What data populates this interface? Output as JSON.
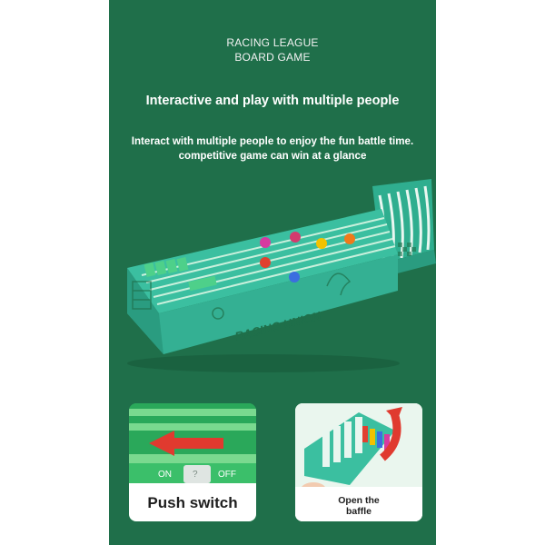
{
  "colors": {
    "panel_bg": "#1f6f4a",
    "board_teal": "#3bbfa0",
    "switch_green": "#2aa85a",
    "arrow_red": "#e03a2f"
  },
  "header": {
    "brand_line1": "RACING LEAGUE",
    "brand_line2": "BOARD GAME"
  },
  "headline": "Interactive and play with multiple people",
  "description": "Interact with multiple people to enjoy the fun battle time. competitive game can win at a glance",
  "product": {
    "side_text": "RACING UNION"
  },
  "features": [
    {
      "caption": "Push switch",
      "switch_on": "ON",
      "switch_off": "OFF",
      "switch_mark": "?"
    },
    {
      "caption_line1": "Open the",
      "caption_line2": "baffle"
    }
  ]
}
